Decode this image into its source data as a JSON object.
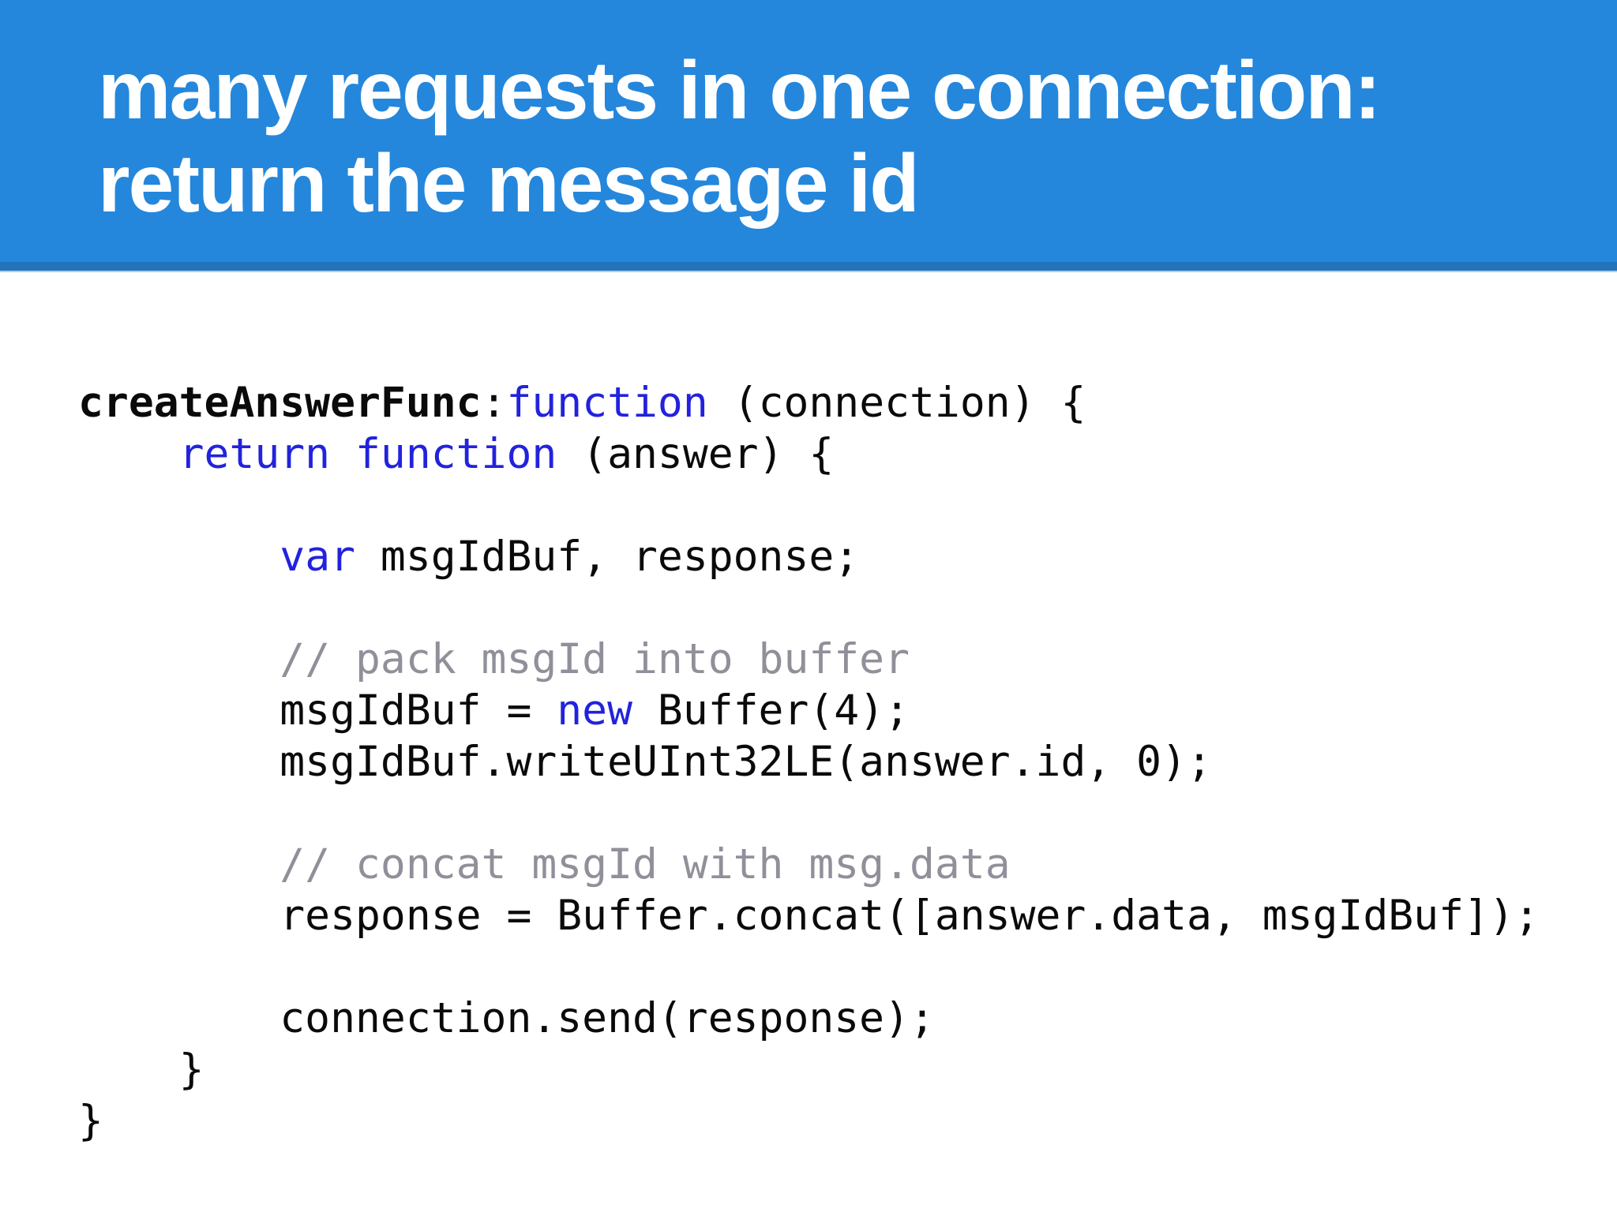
{
  "slide": {
    "background_color": "#ffffff"
  },
  "header": {
    "title_line1": "many requests in one connection:",
    "title_line2": "return the message id",
    "background_color": "#2487dc",
    "strip_color": "#2273b9",
    "edge_color": "#aecde8",
    "text_color": "#ffffff"
  },
  "code": {
    "colors": {
      "default": "#0a0a0a",
      "bold": "#0a0a0a",
      "keyword": "#2222dd",
      "comment": "#90909a"
    },
    "lines": [
      [
        {
          "t": "createAnswerFunc",
          "s": "bold"
        },
        {
          "t": ":",
          "s": "default"
        },
        {
          "t": "function",
          "s": "keyword"
        },
        {
          "t": " (connection) {",
          "s": "default"
        }
      ],
      [
        {
          "t": "    ",
          "s": "default"
        },
        {
          "t": "return function",
          "s": "keyword"
        },
        {
          "t": " (answer) {",
          "s": "default"
        }
      ],
      [],
      [
        {
          "t": "        ",
          "s": "default"
        },
        {
          "t": "var",
          "s": "keyword"
        },
        {
          "t": " msgIdBuf, response;",
          "s": "default"
        }
      ],
      [],
      [
        {
          "t": "        ",
          "s": "default"
        },
        {
          "t": "// pack msgId into buffer",
          "s": "comment"
        }
      ],
      [
        {
          "t": "        msgIdBuf = ",
          "s": "default"
        },
        {
          "t": "new",
          "s": "keyword"
        },
        {
          "t": " Buffer(4);",
          "s": "default"
        }
      ],
      [
        {
          "t": "        msgIdBuf.writeUInt32LE(answer.id, 0);",
          "s": "default"
        }
      ],
      [],
      [
        {
          "t": "        ",
          "s": "default"
        },
        {
          "t": "// concat msgId with msg.data",
          "s": "comment"
        }
      ],
      [
        {
          "t": "        response = Buffer.concat([answer.data, msgIdBuf]);",
          "s": "default"
        }
      ],
      [],
      [
        {
          "t": "        connection.send(response);",
          "s": "default"
        }
      ],
      [
        {
          "t": "    }",
          "s": "default"
        }
      ],
      [
        {
          "t": "}",
          "s": "default"
        }
      ]
    ]
  }
}
